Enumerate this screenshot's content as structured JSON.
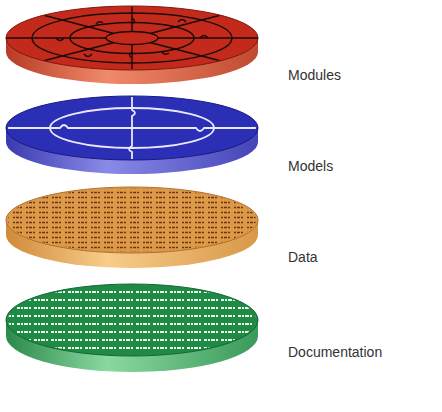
{
  "diagram": {
    "labels": [
      "Modules",
      "Models",
      "Data",
      "Documentation"
    ]
  }
}
